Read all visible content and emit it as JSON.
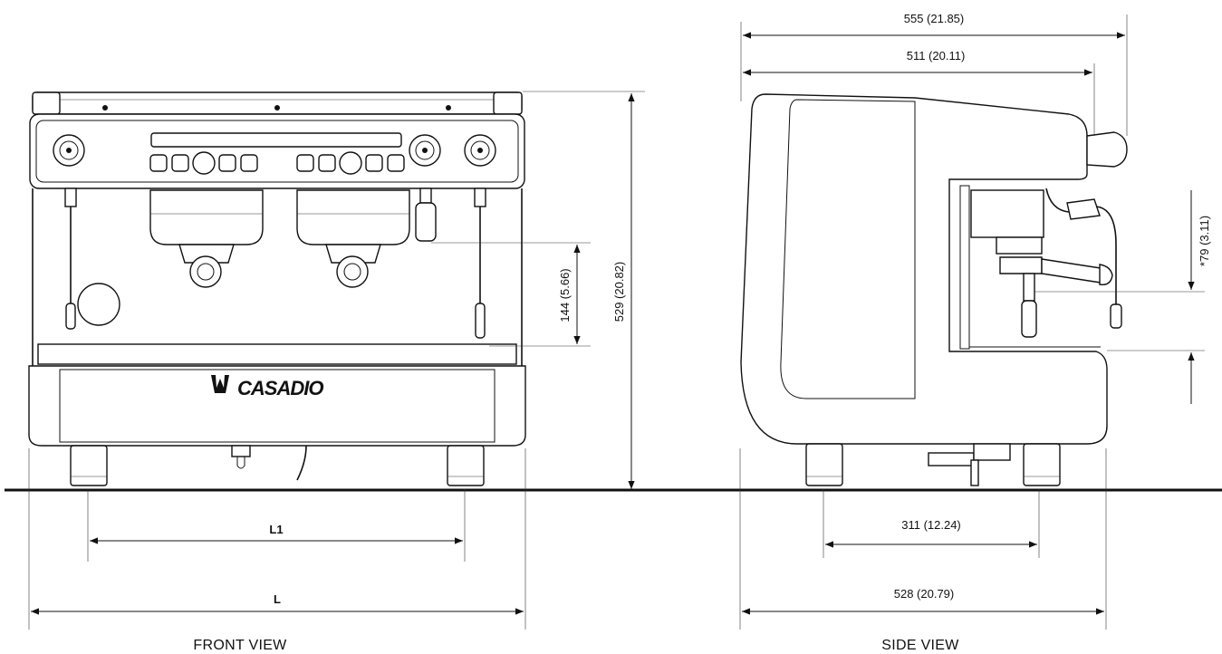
{
  "brand": {
    "name": "CASADIO",
    "logo_icon": "casadio-logo-icon"
  },
  "views": {
    "front": {
      "label": "FRONT VIEW",
      "dimensions": {
        "l1": "L1",
        "l": "L",
        "group_height": "144 (5.66)",
        "total_height": "529 (20.82)"
      }
    },
    "side": {
      "label": "SIDE VIEW",
      "dimensions": {
        "overall_depth": "555 (21.85)",
        "body_depth": "511 (20.11)",
        "spout_height": "*79 (3.11)",
        "feet_spacing": "311 (12.24)",
        "base_depth": "528 (20.79)"
      }
    }
  }
}
